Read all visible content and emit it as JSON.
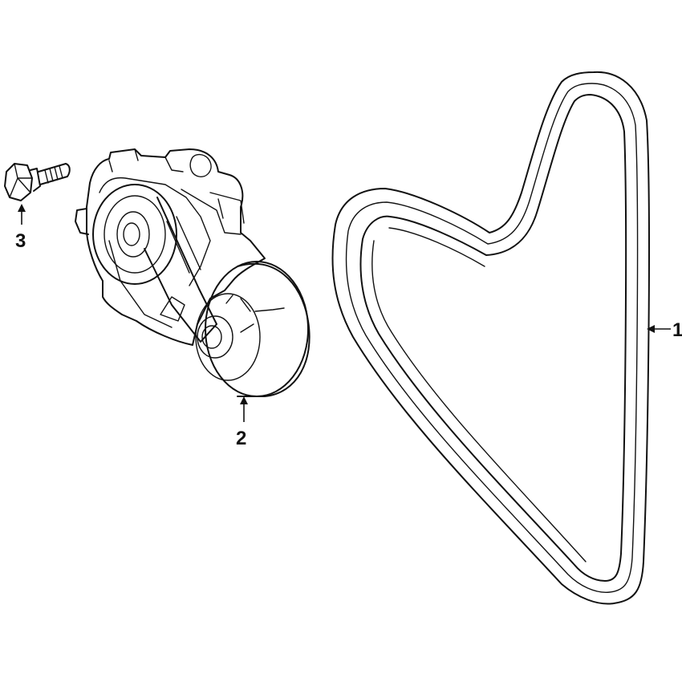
{
  "callouts": {
    "belt": "1",
    "tensioner": "2",
    "bolt": "3"
  }
}
